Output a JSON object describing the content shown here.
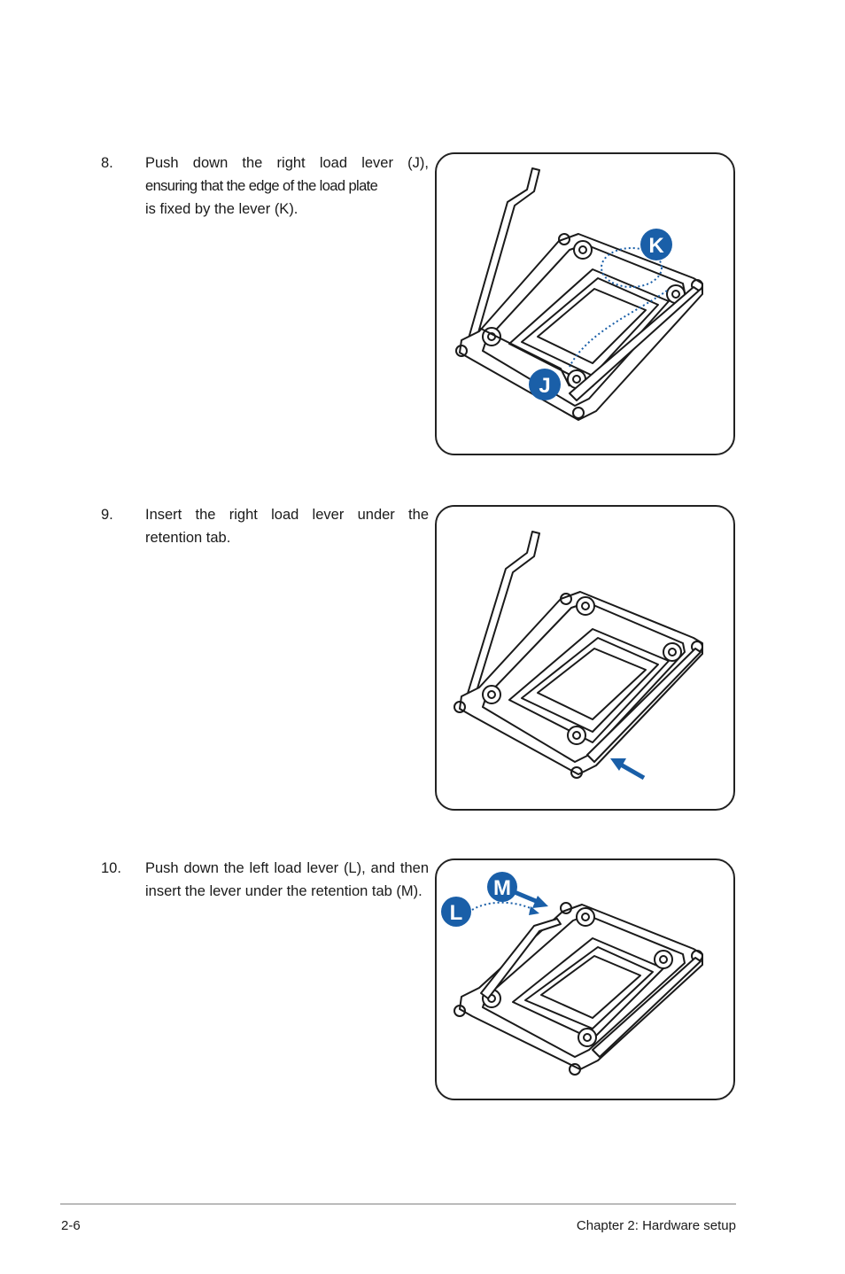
{
  "steps": [
    {
      "number": "8.",
      "text_line1": "Push down the right load lever (J),",
      "text_line2": "ensuring that the edge of the load plate",
      "text_line3": "is fixed by the lever (K)."
    },
    {
      "number": "9.",
      "text": "Insert the right load lever under the retention tab."
    },
    {
      "number": "10.",
      "text": "Push down the left load lever (L), and then insert the lever under the retention tab (M)."
    }
  ],
  "figures": [
    {
      "labels": [
        "K",
        "J"
      ]
    },
    {
      "labels": []
    },
    {
      "labels": [
        "M",
        "L"
      ]
    }
  ],
  "footer": {
    "page_number": "2-6",
    "chapter": "Chapter 2:  Hardware setup"
  },
  "colors": {
    "accent_blue": "#1a5fa8",
    "line": "#1a1a1a"
  }
}
